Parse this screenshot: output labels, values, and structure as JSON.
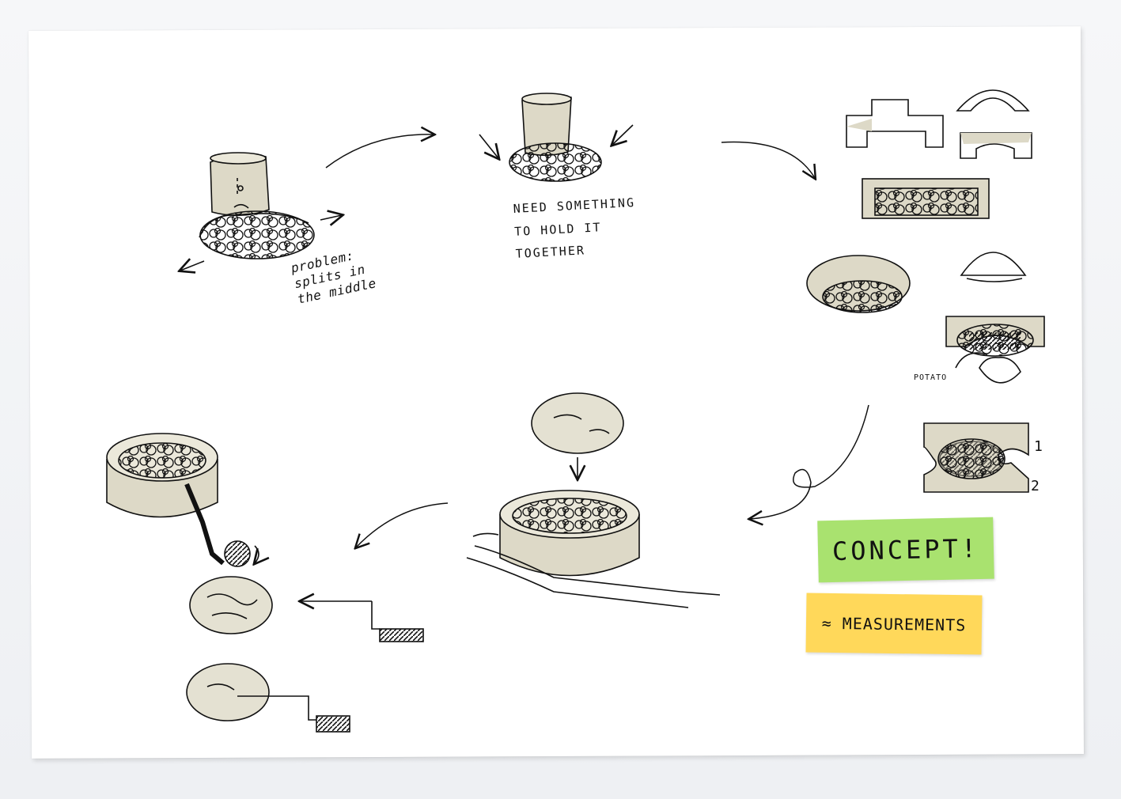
{
  "annotations": {
    "problem": "problem:\nsplits in\nthe middle",
    "need": "NEED SOMETHING\nTO HOLD IT\nTOGETHER",
    "potato": "POTATO",
    "step_one": "1",
    "step_two": "2"
  },
  "sticky_notes": {
    "concept": "CONCEPT!",
    "measurements": "≈ MEASUREMENTS"
  },
  "colors": {
    "ink": "#111111",
    "wash": "#d9d6c4",
    "green_note": "#a9e26f",
    "yellow_note": "#ffd85a"
  }
}
